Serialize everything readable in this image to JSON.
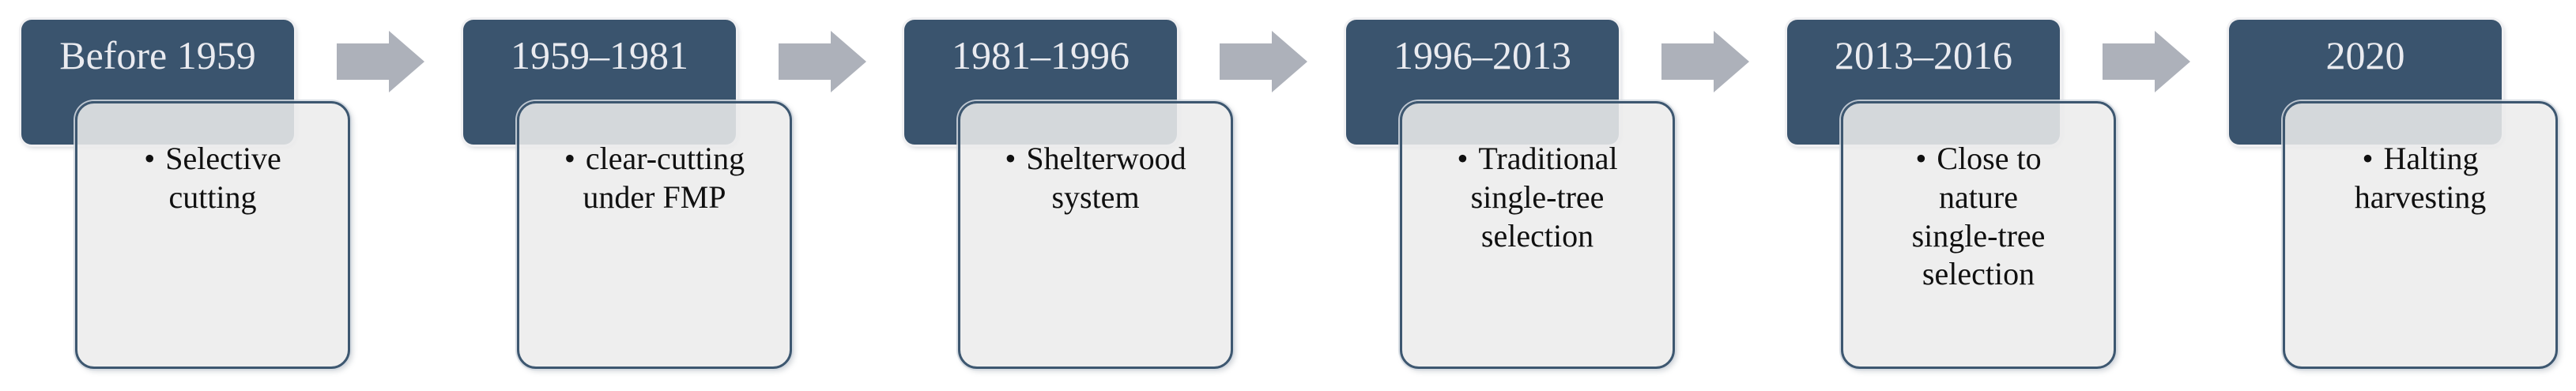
{
  "diagram": {
    "bullet_glyph": "•",
    "colors": {
      "header_fill": "#3A546E",
      "header_text": "#EAEBF0",
      "header_ring": "#F0F0F2",
      "card_fill": "rgba(235,235,235,0.87)",
      "card_border": "#3D5770",
      "card_ring": "rgba(213,219,226,0.85)",
      "arrow_fill": "#ADB1BA",
      "practice_text": "#101010"
    },
    "items": [
      {
        "era": "Before 1959",
        "practice": "Selective\ncutting"
      },
      {
        "era": "1959–1981",
        "practice": "clear-cutting\nunder FMP"
      },
      {
        "era": "1981–1996",
        "practice": "Shelterwood\nsystem"
      },
      {
        "era": "1996–2013",
        "practice": "Traditional\nsingle-tree\nselection"
      },
      {
        "era": "2013–2016",
        "practice": "Close to\nnature\nsingle-tree\nselection"
      },
      {
        "era": "2020",
        "practice": "Halting\nharvesting"
      }
    ]
  }
}
